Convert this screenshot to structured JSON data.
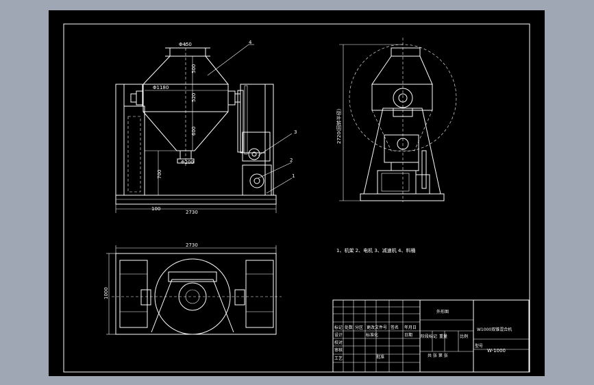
{
  "drawing": {
    "dims": {
      "top_dia": "Φ450",
      "cone_upper": "500",
      "body_dia": "Φ1180",
      "body_len": "520",
      "cone_lower": "600",
      "outlet_dia": "Φ200",
      "outlet_h": "700",
      "base_offset": "100",
      "total_len": "2730",
      "total_height": "2720(回转半径)",
      "plan_len": "2730",
      "plan_width": "1000"
    },
    "callouts": [
      "1",
      "2",
      "3",
      "4"
    ],
    "legend": "1、机架   2、电机   3、减速机   4、料桶"
  },
  "title_block": {
    "drawing_name": "外形图",
    "product_name": "W1000双锥混合机",
    "drawing_no": "W-1000",
    "model_label": "型号",
    "row_labels": [
      "标记",
      "设计",
      "校对",
      "审核",
      "工艺"
    ],
    "col_labels": [
      "处数",
      "分区",
      "更改文件号",
      "签名",
      "年月日"
    ],
    "std_label": "标准化",
    "date_label": "日期",
    "approve_label": "批准",
    "stage_label": "阶段标记",
    "weight_label": "重量",
    "scale_label": "比例",
    "sheets_label": "共  张  第  张"
  }
}
